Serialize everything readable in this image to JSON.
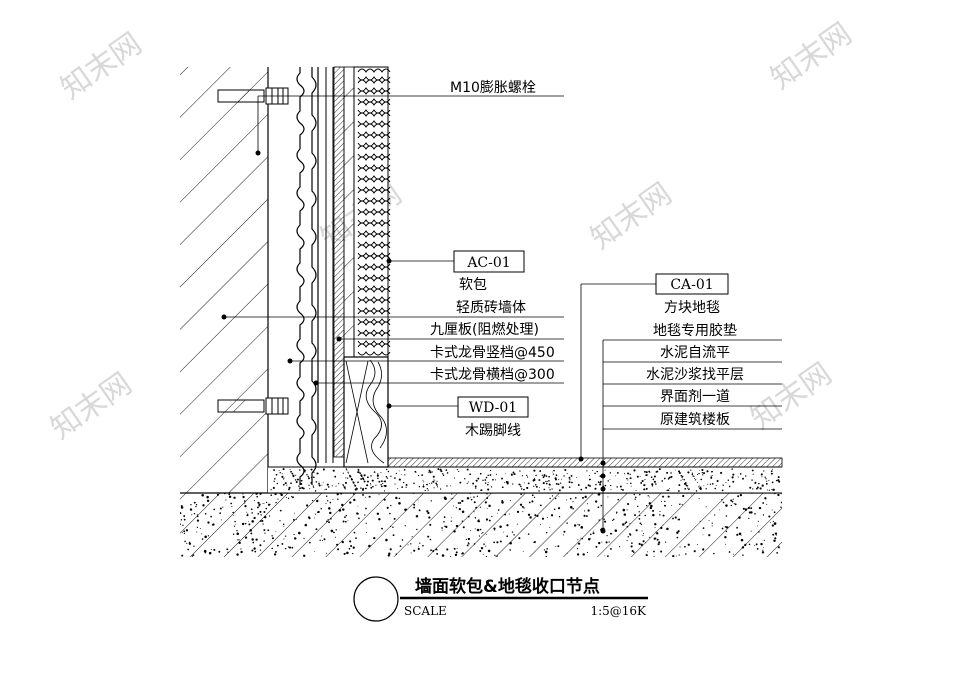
{
  "watermark": "知末网",
  "drawing": {
    "title": "墙面软包&地毯收口节点",
    "scale_label": "SCALE",
    "scale_value": "1:5@16K"
  },
  "tags": {
    "ac": "AC-01",
    "wd": "WD-01",
    "ca": "CA-01"
  },
  "labels": {
    "bolt": "M10膨胀螺栓",
    "soft_pack": "软包",
    "brick_wall": "轻质砖墙体",
    "plywood": "九厘板(阻燃处理)",
    "keel_vertical": "卡式龙骨竖档@450",
    "keel_horizontal": "卡式龙骨横档@300",
    "skirting": "木踢脚线",
    "carpet": "方块地毯",
    "carpet_pad": "地毯专用胶垫",
    "self_leveling": "水泥自流平",
    "mortar": "水泥沙浆找平层",
    "interface_agent": "界面剂一道",
    "slab": "原建筑楼板"
  }
}
